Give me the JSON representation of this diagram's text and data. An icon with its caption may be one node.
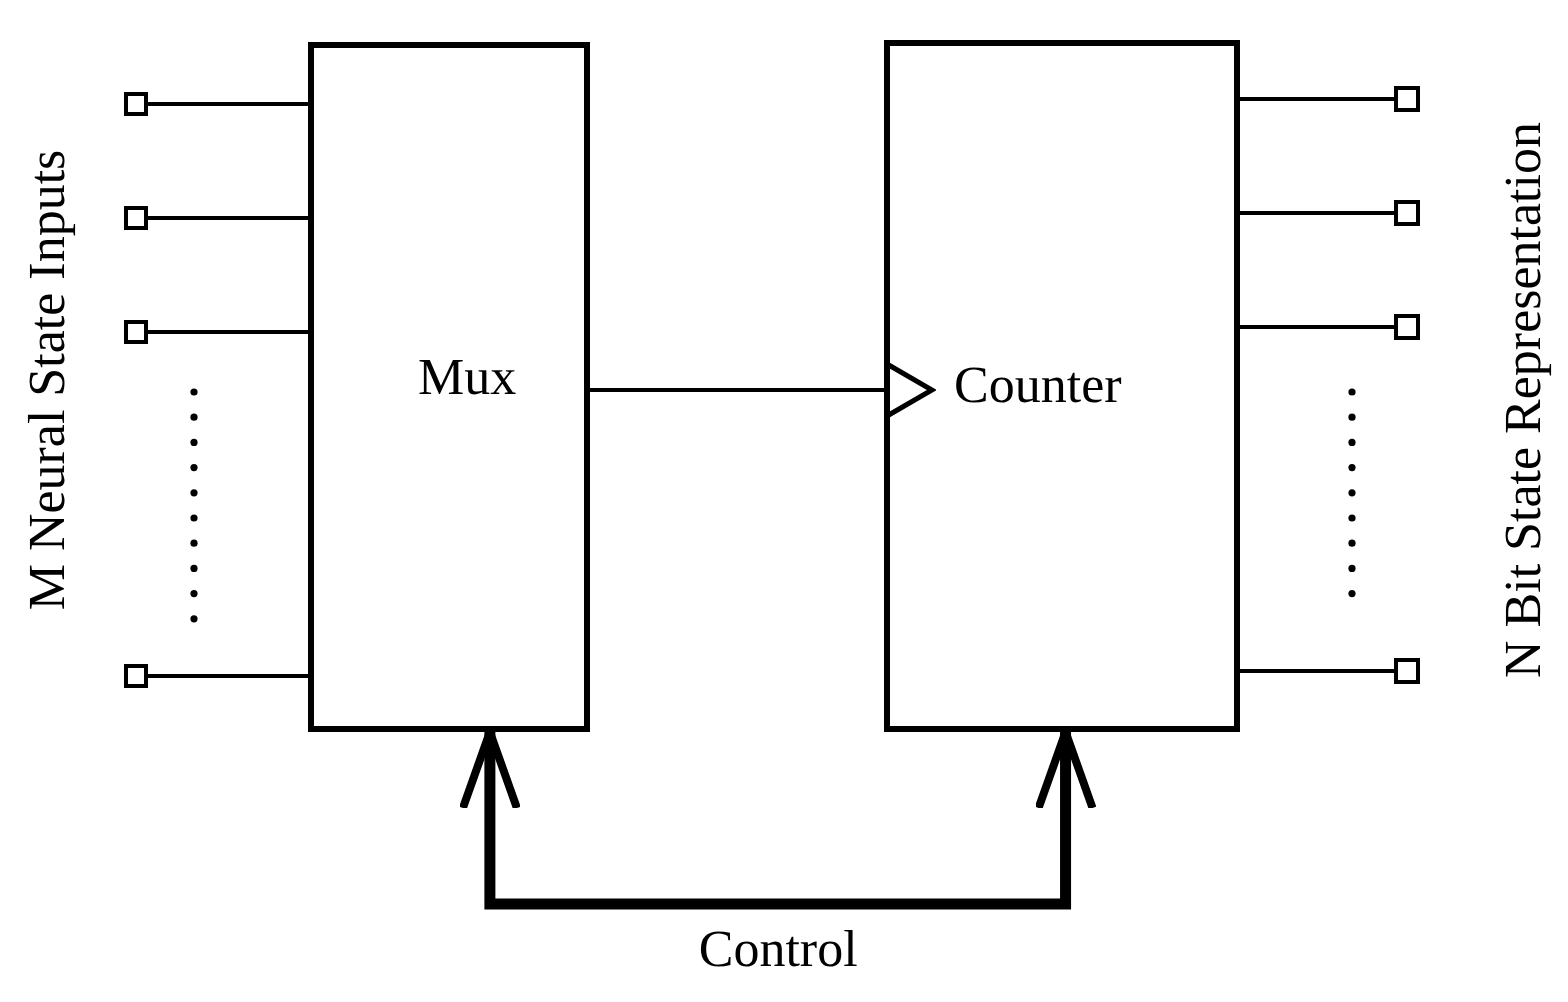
{
  "diagram": {
    "nodes": [
      {
        "text": [
          "Mux"
        ]
      },
      {
        "text": [
          "Counter"
        ]
      },
      {
        "text": [],
        "shape": "box"
      },
      {
        "text": [],
        "shape": "box"
      },
      {
        "text": [],
        "shape": "box"
      },
      {
        "text": [],
        "shape": "box"
      },
      {
        "text": [],
        "shape": "box"
      },
      {
        "text": [],
        "shape": "box"
      },
      {
        "text": [],
        "shape": "box"
      },
      {
        "text": [],
        "shape": "box"
      }
    ],
    "edges": [
      {
        "from": 2,
        "to": 0,
        "arrow": "none"
      },
      {
        "from": 3,
        "to": 0,
        "arrow": "none"
      },
      {
        "from": 4,
        "to": 0,
        "arrow": "none"
      },
      {
        "from": 5,
        "to": 0,
        "arrow": "none"
      },
      {
        "from": 0,
        "to": 1,
        "arrow": "to"
      },
      {
        "from": 1,
        "to": 6,
        "arrow": "none"
      },
      {
        "from": 1,
        "to": 7,
        "arrow": "none"
      },
      {
        "from": 1,
        "to": 8,
        "arrow": "none"
      },
      {
        "from": 1,
        "to": 9,
        "arrow": "none"
      },
      {
        "from": 0,
        "to": 1,
        "arrow": "both",
        "label": "Control",
        "style": "thick"
      }
    ],
    "labels": [
      "M Neural State Inputs",
      "N Bit State Representation"
    ]
  }
}
